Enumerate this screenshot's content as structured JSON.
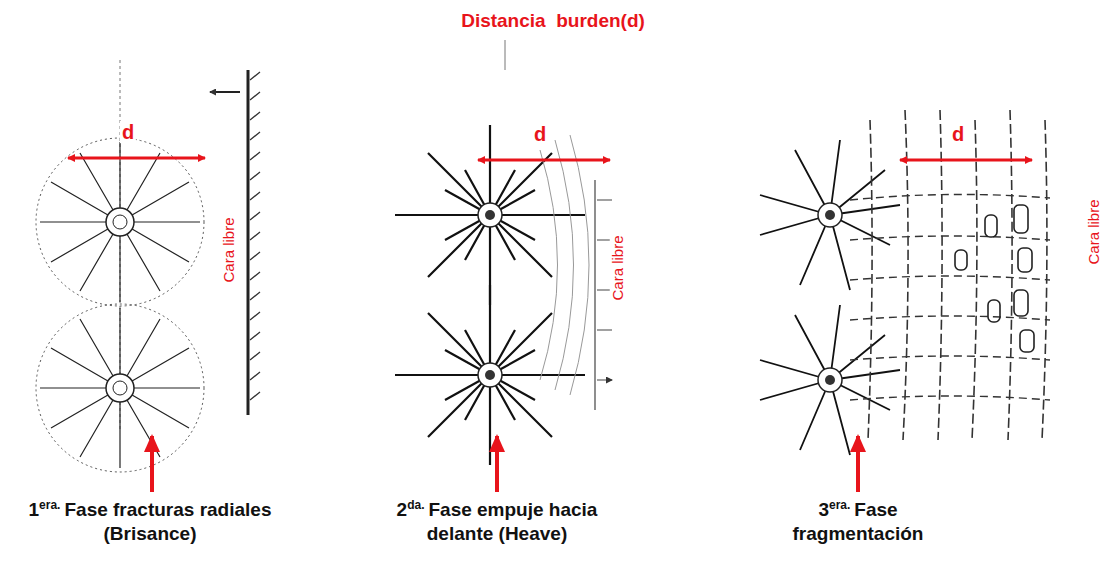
{
  "diagram": {
    "title": "Distancia  burden(d)",
    "labels": [
      "d",
      "Cara libre",
      "d",
      "Cara libre",
      "d",
      "Cara libre",
      "1",
      "era.",
      "Fase fracturas radiales (Brisance)",
      "2",
      "da.",
      "Fase empuje hacia delante (Heave)",
      "3",
      "era.",
      "Fase fragmentación"
    ]
  }
}
